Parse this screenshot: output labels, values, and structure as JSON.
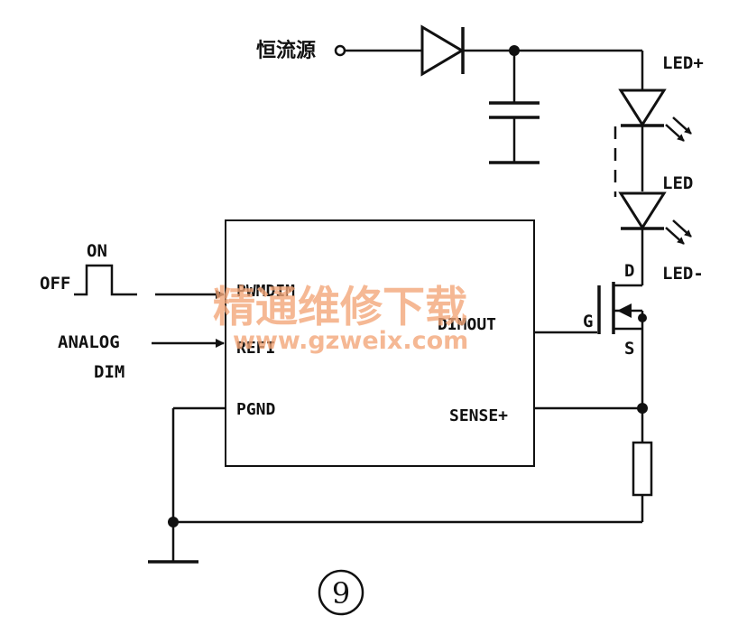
{
  "source_label": "恒流源",
  "chip": {
    "pins": {
      "pwmdim": "PWMDIM",
      "refi": "REFI",
      "pgnd": "PGND",
      "dimout": "DIMOUT",
      "sense": "SENSE+"
    }
  },
  "pwm_signal": {
    "off_label": "OFF",
    "on_label": "ON"
  },
  "analog_dim": {
    "line1": "ANALOG",
    "line2": "DIM"
  },
  "led_labels": {
    "top": "LED+",
    "middle": "LED",
    "bottom": "LED-"
  },
  "mosfet": {
    "drain": "D",
    "gate": "G",
    "source": "S"
  },
  "figure_number": "9",
  "watermark": {
    "cn": "精通维修下载",
    "url": "www.gzweix.com",
    "color": "#f2a679"
  }
}
